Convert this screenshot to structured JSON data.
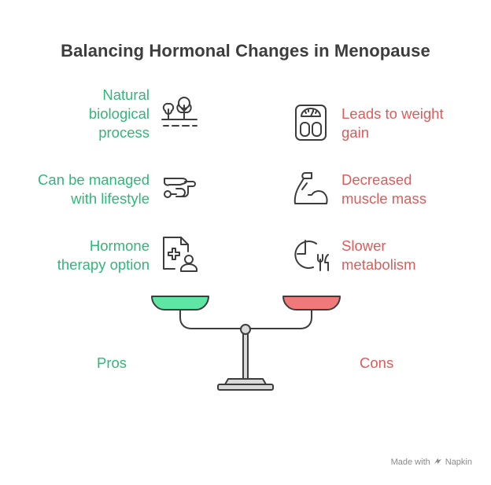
{
  "title": "Balancing Hormonal Changes in Menopause",
  "pros": {
    "label": "Pros",
    "items": [
      {
        "text": "Natural\nbiological\nprocess",
        "icon": "trees-landscape-icon"
      },
      {
        "text": "Can be managed\nwith lifestyle",
        "icon": "yoga-pose-icon"
      },
      {
        "text": "Hormone\ntherapy option",
        "icon": "medical-report-doctor-icon"
      }
    ]
  },
  "cons": {
    "label": "Cons",
    "items": [
      {
        "text": "Leads to weight\ngain",
        "icon": "weight-scale-icon"
      },
      {
        "text": "Decreased\nmuscle mass",
        "icon": "flexed-arm-icon"
      },
      {
        "text": "Slower\nmetabolism",
        "icon": "clock-fork-icon"
      }
    ]
  },
  "colors": {
    "pros": "#2fb878",
    "cons": "#e15a5a",
    "pros_pan": "#5ee6a4",
    "cons_pan": "#f07a7a",
    "title": "#3d3d3d"
  },
  "watermark": {
    "prefix": "Made with",
    "brand": "Napkin"
  }
}
